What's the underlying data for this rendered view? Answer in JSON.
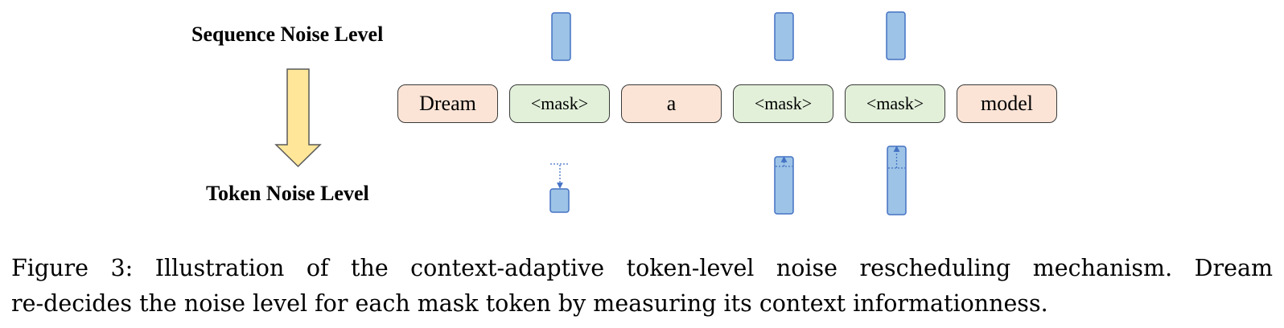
{
  "labels": {
    "sequence_noise": "Sequence Noise Level",
    "token_noise": "Token Noise Level"
  },
  "tokens": [
    {
      "text": "Dream",
      "kind": "word"
    },
    {
      "text": "<mask>",
      "kind": "mask"
    },
    {
      "text": "a",
      "kind": "word"
    },
    {
      "text": "<mask>",
      "kind": "mask"
    },
    {
      "text": "<mask>",
      "kind": "mask"
    },
    {
      "text": "model",
      "kind": "word"
    }
  ],
  "caption": {
    "line1": "Figure 3:   Illustration of the context-adaptive token-level noise rescheduling mechanism.  Dream",
    "line2": "re-decides the noise level for each mask token by measuring its context informationness."
  },
  "colors": {
    "word_fill": "#fbe4d6",
    "mask_fill": "#e2f0d9",
    "noise_bar_fill": "#9dc3e6",
    "noise_bar_stroke": "#4472c4",
    "arrow_fill": "#ffe699"
  }
}
